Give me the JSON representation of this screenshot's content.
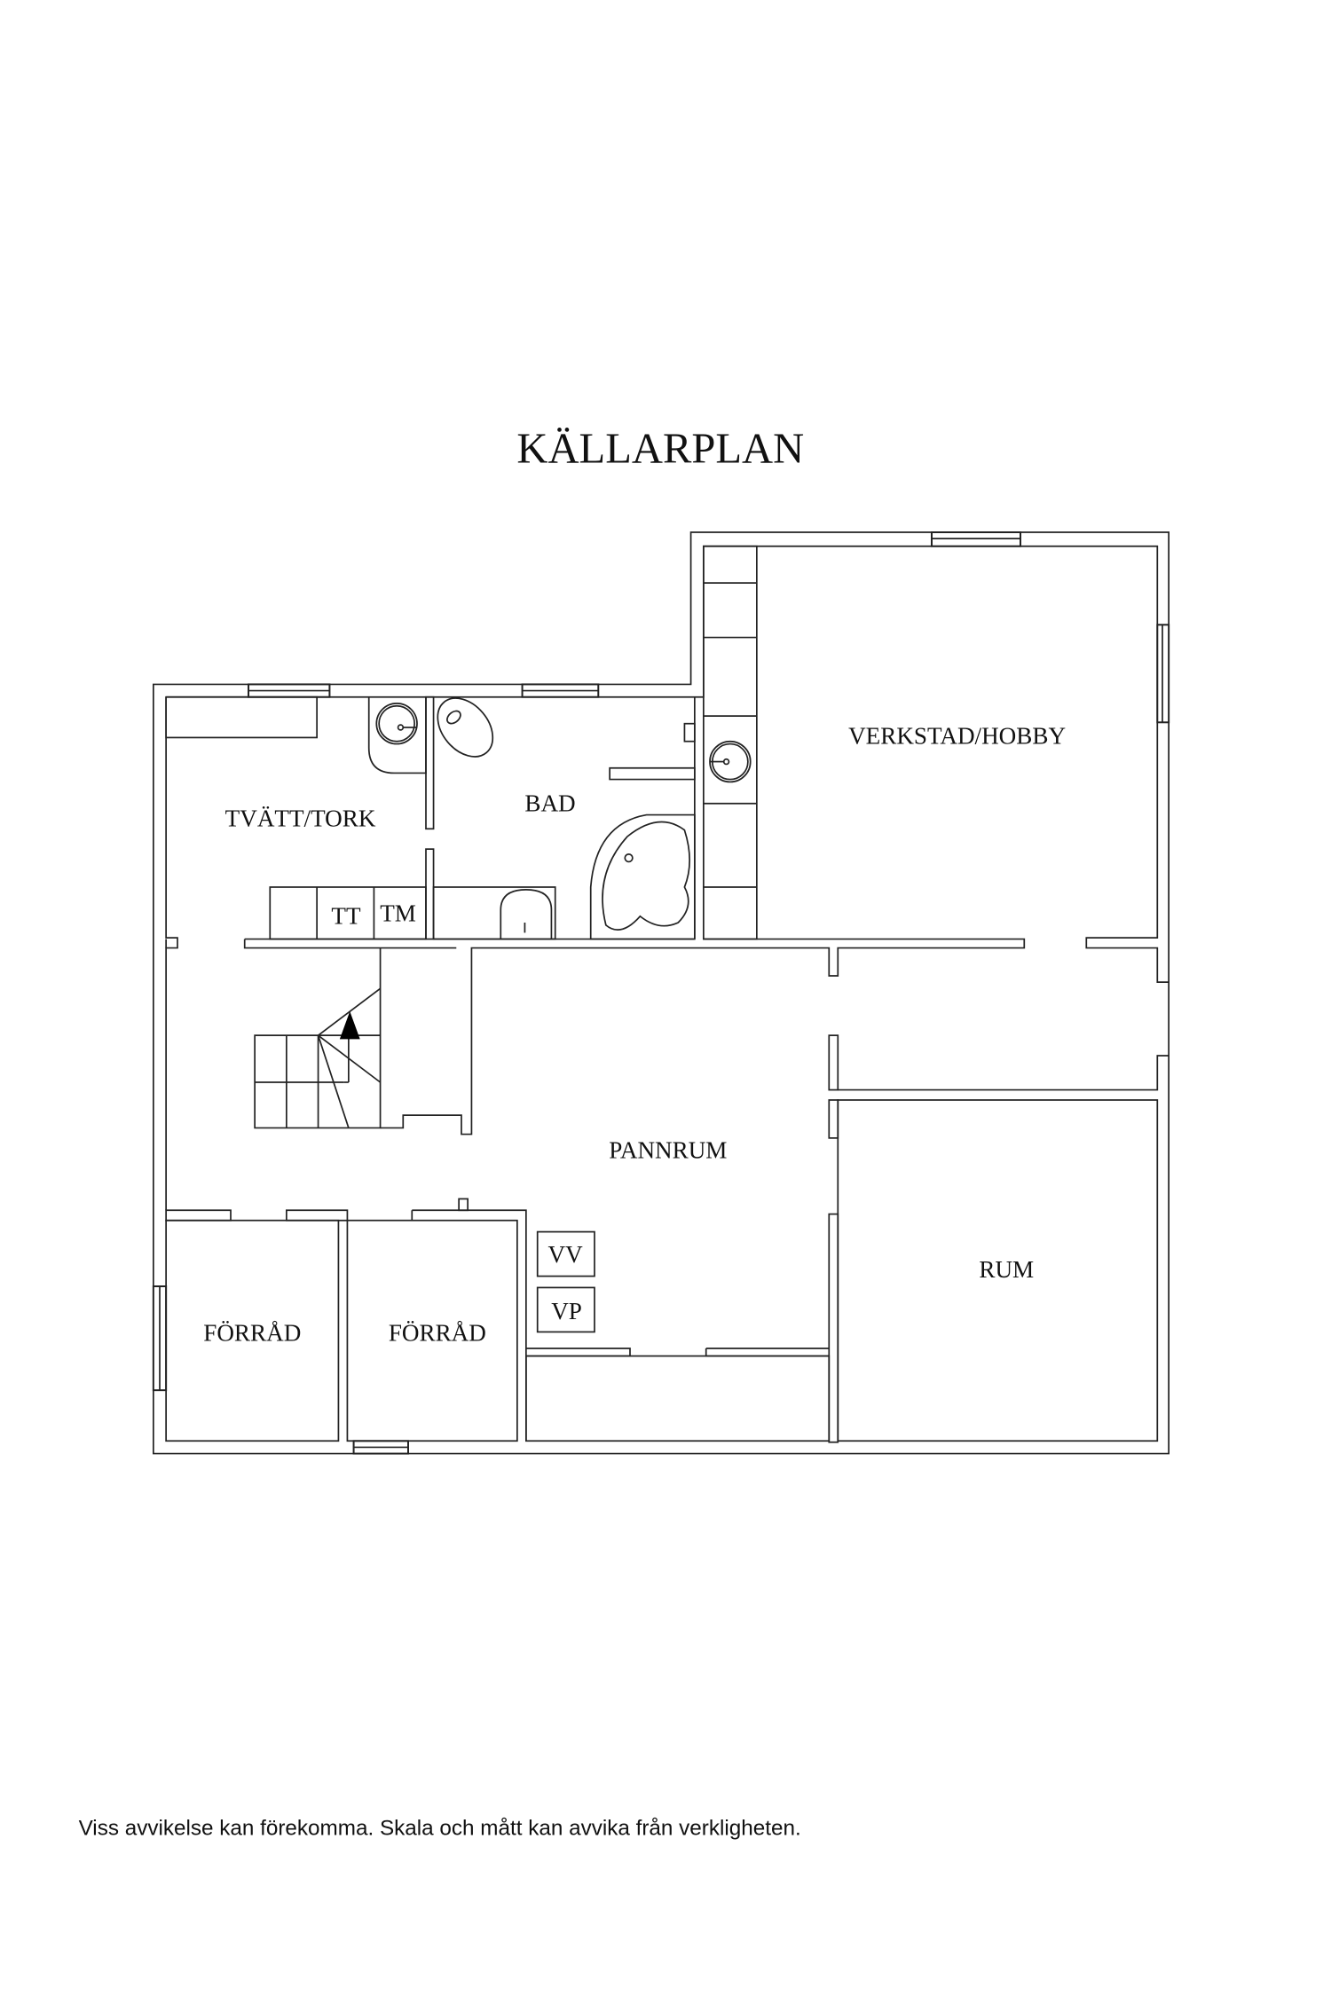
{
  "plan": {
    "title": "KÄLLARPLAN",
    "disclaimer": "Viss avvikelse kan förekomma. Skala och mått kan avvika från verkligheten.",
    "rooms": {
      "tvatt": "TVÄTT/TORK",
      "bad": "BAD",
      "verkstad": "VERKSTAD/HOBBY",
      "pannrum": "PANNRUM",
      "rum": "RUM",
      "forrad1": "FÖRRÅD",
      "forrad2": "FÖRRÅD"
    },
    "appliances": {
      "tt": "TT",
      "tm": "TM",
      "vv": "VV",
      "vp": "VP"
    }
  }
}
